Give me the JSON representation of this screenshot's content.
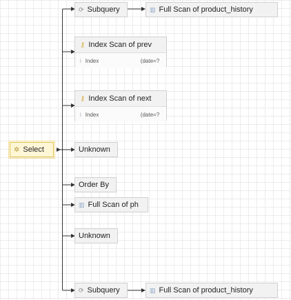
{
  "root": {
    "label": "Select",
    "icon": "gear-icon"
  },
  "subquery_top": {
    "label": "Subquery",
    "icon": "subquery-icon"
  },
  "full_scan_top": {
    "label": "Full Scan of product_history",
    "icon": "table-icon"
  },
  "index_prev": {
    "title": "Index Scan of prev",
    "icon": "key-icon",
    "row_key": "Index",
    "row_value": "(date=?"
  },
  "index_next": {
    "title": "Index Scan of next",
    "icon": "key-icon",
    "row_key": "Index",
    "row_value": "(date=?"
  },
  "unknown_1": {
    "label": "Unknown"
  },
  "order_by": {
    "label": "Order By"
  },
  "full_scan_ph": {
    "label": "Full Scan of ph",
    "icon": "table-icon"
  },
  "unknown_2": {
    "label": "Unknown"
  },
  "subquery_bottom": {
    "label": "Subquery",
    "icon": "subquery-icon"
  },
  "full_scan_bottom": {
    "label": "Full Scan of product_history",
    "icon": "table-icon"
  }
}
